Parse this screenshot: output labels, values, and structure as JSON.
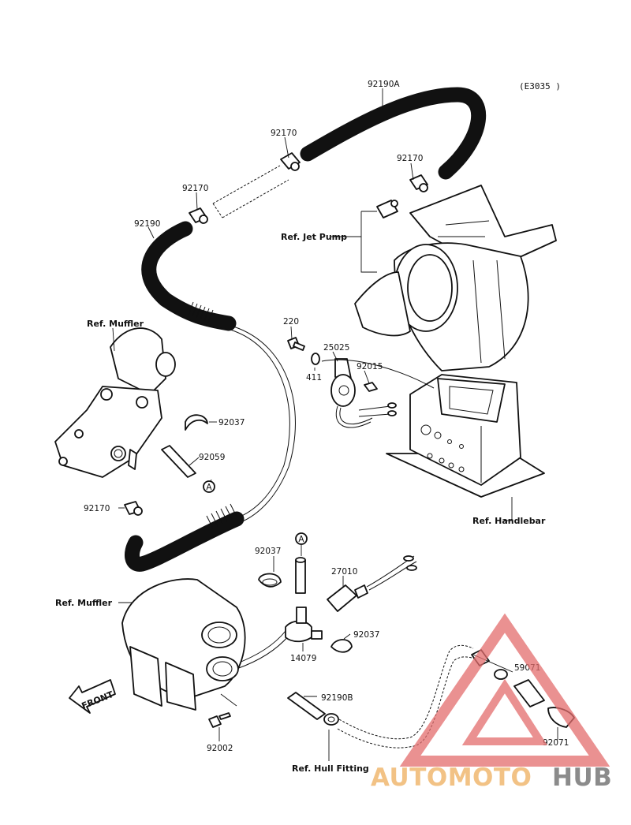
{
  "diagram_code": "(E3035 )",
  "part_numbers": {
    "hose_upper": "92190A",
    "clamp_top": "92170",
    "clamp_right": "92170",
    "clamp_left": "92170",
    "hose_left": "92190",
    "bolt": "220",
    "bracket": "25025",
    "washer": "411",
    "nut": "92015",
    "clip_upper": "92037",
    "hose_short_upper": "92059",
    "clamp_lower": "92170",
    "clip_lower_left": "92037",
    "switch": "27010",
    "clip_lower_right": "92037",
    "tee_fitting": "14079",
    "hose_short_lower": "92190B",
    "bolt_lower": "92002",
    "cap_fitting": "59071",
    "hull_cap": "92071"
  },
  "references": {
    "jet_pump": "Ref. Jet Pump",
    "muffler_upper": "Ref. Muffler",
    "muffler_lower": "Ref. Muffler",
    "handlebar": "Ref. Handlebar",
    "hull_fitting": "Ref. Hull Fitting"
  },
  "callouts": {
    "a_upper": "A",
    "a_lower": "A"
  },
  "front_label": "FRONT",
  "watermark": {
    "part1": "AUTOMOTO",
    "part2": "HUB",
    "color1": "#f2c285",
    "color2": "#8b8b8b",
    "logo_color": "#e36d6d"
  }
}
